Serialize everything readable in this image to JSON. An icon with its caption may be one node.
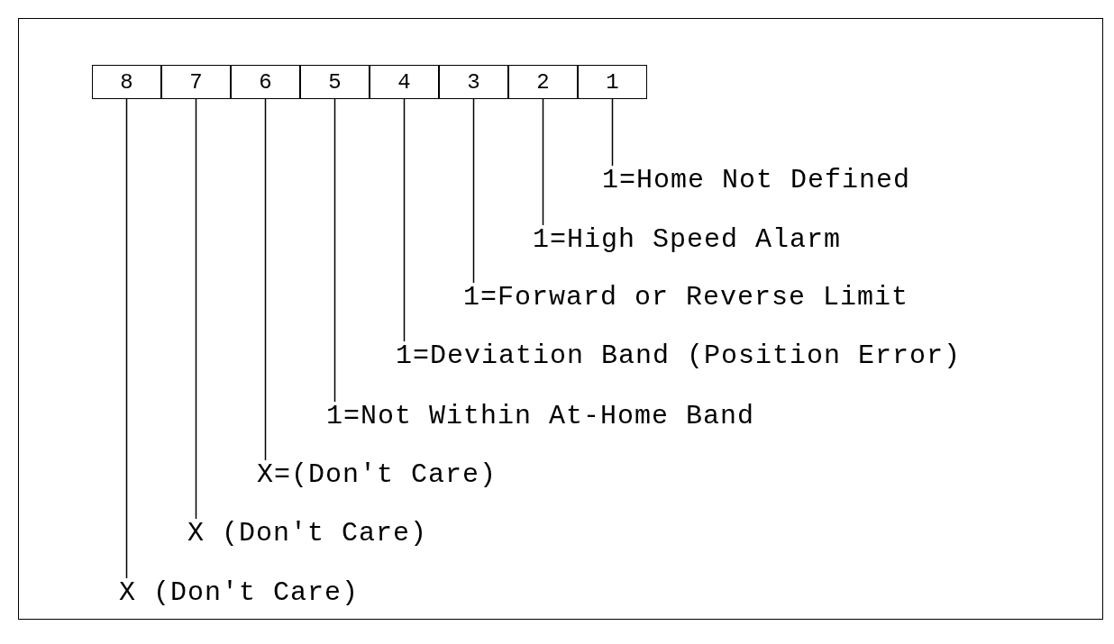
{
  "diagram": {
    "nodes": [
      {
        "text": [
          "8"
        ]
      },
      {
        "text": [
          "7"
        ]
      },
      {
        "text": [
          "6"
        ]
      },
      {
        "text": [
          "5"
        ]
      },
      {
        "text": [
          "4"
        ]
      },
      {
        "text": [
          "3"
        ]
      },
      {
        "text": [
          "2"
        ]
      },
      {
        "text": [
          "1"
        ]
      },
      {
        "text": [
          "1=Home Not Defined"
        ]
      },
      {
        "text": [
          "1=High Speed Alarm"
        ]
      },
      {
        "text": [
          "1=Forward or Reverse Limit"
        ]
      },
      {
        "text": [
          "1=Deviation Band (Position Error)"
        ]
      },
      {
        "text": [
          "1=Not Within At-Home Band"
        ]
      },
      {
        "text": [
          "X=(Don't Care)"
        ]
      },
      {
        "text": [
          "X (Don't Care)"
        ]
      },
      {
        "text": [
          "X (Don't Care)"
        ]
      }
    ],
    "edges": [
      {
        "from": 8,
        "to": 7,
        "arrow": "none"
      },
      {
        "from": 9,
        "to": 6,
        "arrow": "none"
      },
      {
        "from": 10,
        "to": 5,
        "arrow": "none"
      },
      {
        "from": 11,
        "to": 4,
        "arrow": "none"
      },
      {
        "from": 12,
        "to": 3,
        "arrow": "none"
      },
      {
        "from": 13,
        "to": 2,
        "arrow": "none"
      },
      {
        "from": 14,
        "to": 1,
        "arrow": "none"
      },
      {
        "from": 15,
        "to": 0,
        "arrow": "none"
      }
    ]
  }
}
